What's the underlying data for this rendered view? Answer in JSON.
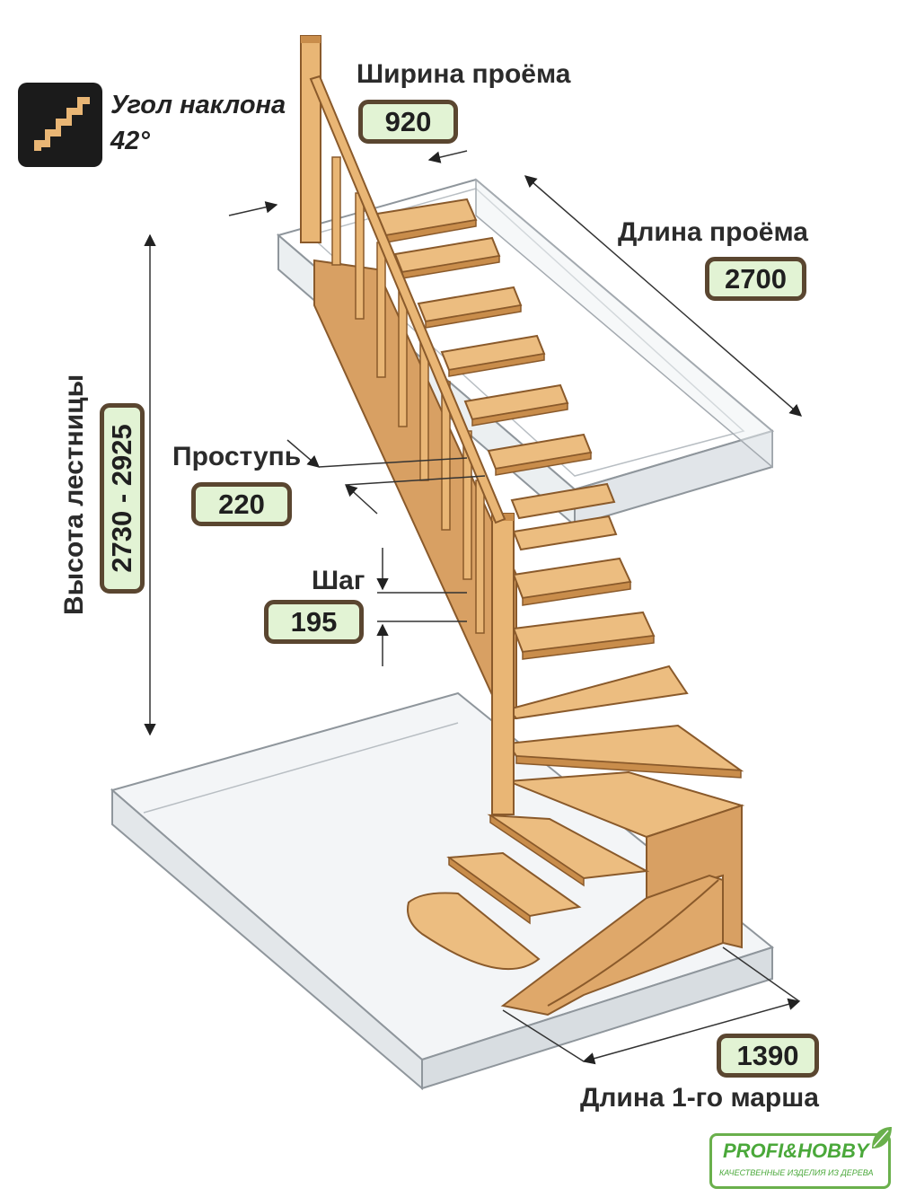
{
  "angle": {
    "label": "Угол наклона",
    "value": "42°",
    "icon": "stairs-icon"
  },
  "opening_width": {
    "label": "Ширина проёма",
    "value": "920"
  },
  "opening_length": {
    "label": "Длина проёма",
    "value": "2700"
  },
  "stair_height": {
    "label": "Высота лестницы",
    "value": "2730 - 2925"
  },
  "tread": {
    "label": "Проступь",
    "value": "220"
  },
  "step": {
    "label": "Шаг",
    "value": "195"
  },
  "first_flight": {
    "label": "Длина 1-го марша",
    "value": "1390"
  },
  "logo": {
    "text": "PROFI&HOBBY",
    "tagline": "КАЧЕСТВЕННЫЕ ИЗДЕЛИЯ ИЗ ДЕРЕВА"
  },
  "colors": {
    "wood": "#e9b675",
    "wood_dark": "#c98d4b",
    "wood_edge": "#8a5a2b",
    "pill_fill": "#e2f3d4",
    "pill_border": "#5a4630",
    "slab": "#eceff2",
    "brand": "#4aa83a"
  }
}
